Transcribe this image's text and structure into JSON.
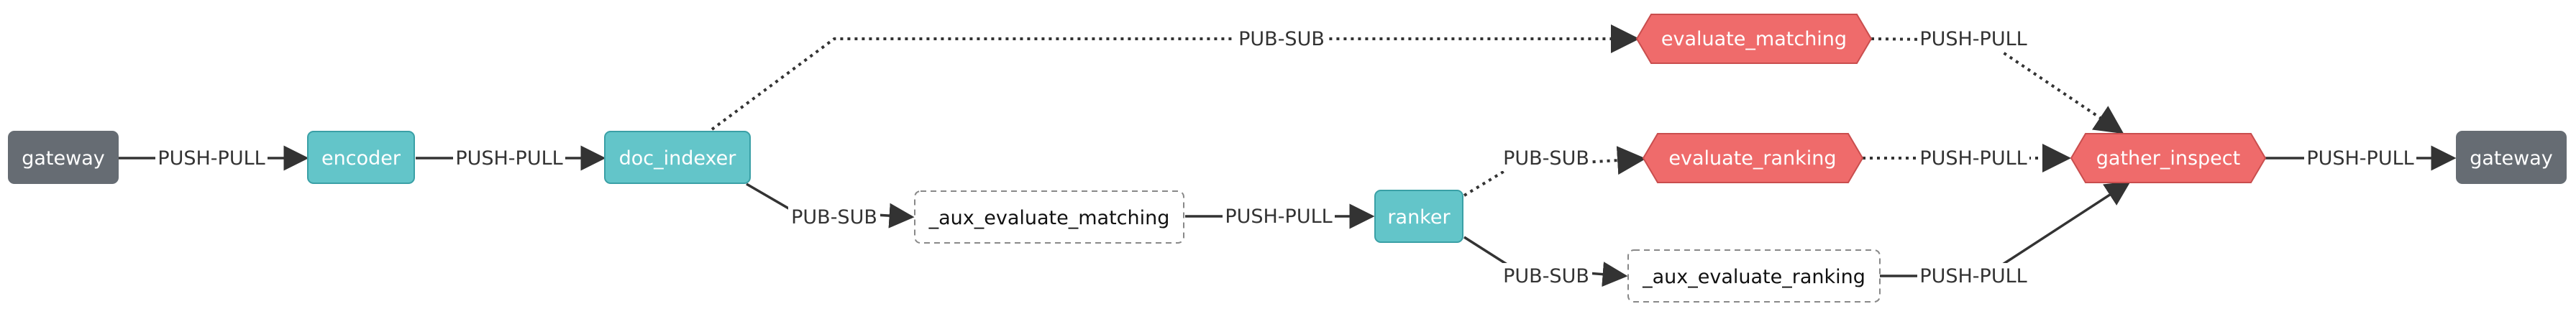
{
  "nodes": {
    "gateway_in": "gateway",
    "encoder": "encoder",
    "doc_indexer": "doc_indexer",
    "aux_evaluate_matching": "_aux_evaluate_matching",
    "ranker": "ranker",
    "evaluate_matching": "evaluate_matching",
    "evaluate_ranking": "evaluate_ranking",
    "aux_evaluate_ranking": "_aux_evaluate_ranking",
    "gather_inspect": "gather_inspect",
    "gateway_out": "gateway"
  },
  "edges": {
    "gateway_encoder": "PUSH-PULL",
    "encoder_doc_indexer": "PUSH-PULL",
    "doc_indexer_evaluate_matching": "PUB-SUB",
    "doc_indexer_aux_matching": "PUB-SUB",
    "aux_matching_ranker": "PUSH-PULL",
    "ranker_evaluate_ranking": "PUB-SUB",
    "ranker_aux_ranking": "PUB-SUB",
    "evaluate_matching_gather": "PUSH-PULL",
    "evaluate_ranking_gather": "PUSH-PULL",
    "aux_ranking_gather": "PUSH-PULL",
    "gather_gateway": "PUSH-PULL"
  },
  "colors": {
    "gateway": "#666c73",
    "pod": "#63c5c9",
    "pod_stroke": "#3aa0a6",
    "evaluator": "#ef6b6b",
    "evaluator_stroke": "#c94e4e",
    "aux_stroke": "#888888",
    "edge": "#333333"
  }
}
